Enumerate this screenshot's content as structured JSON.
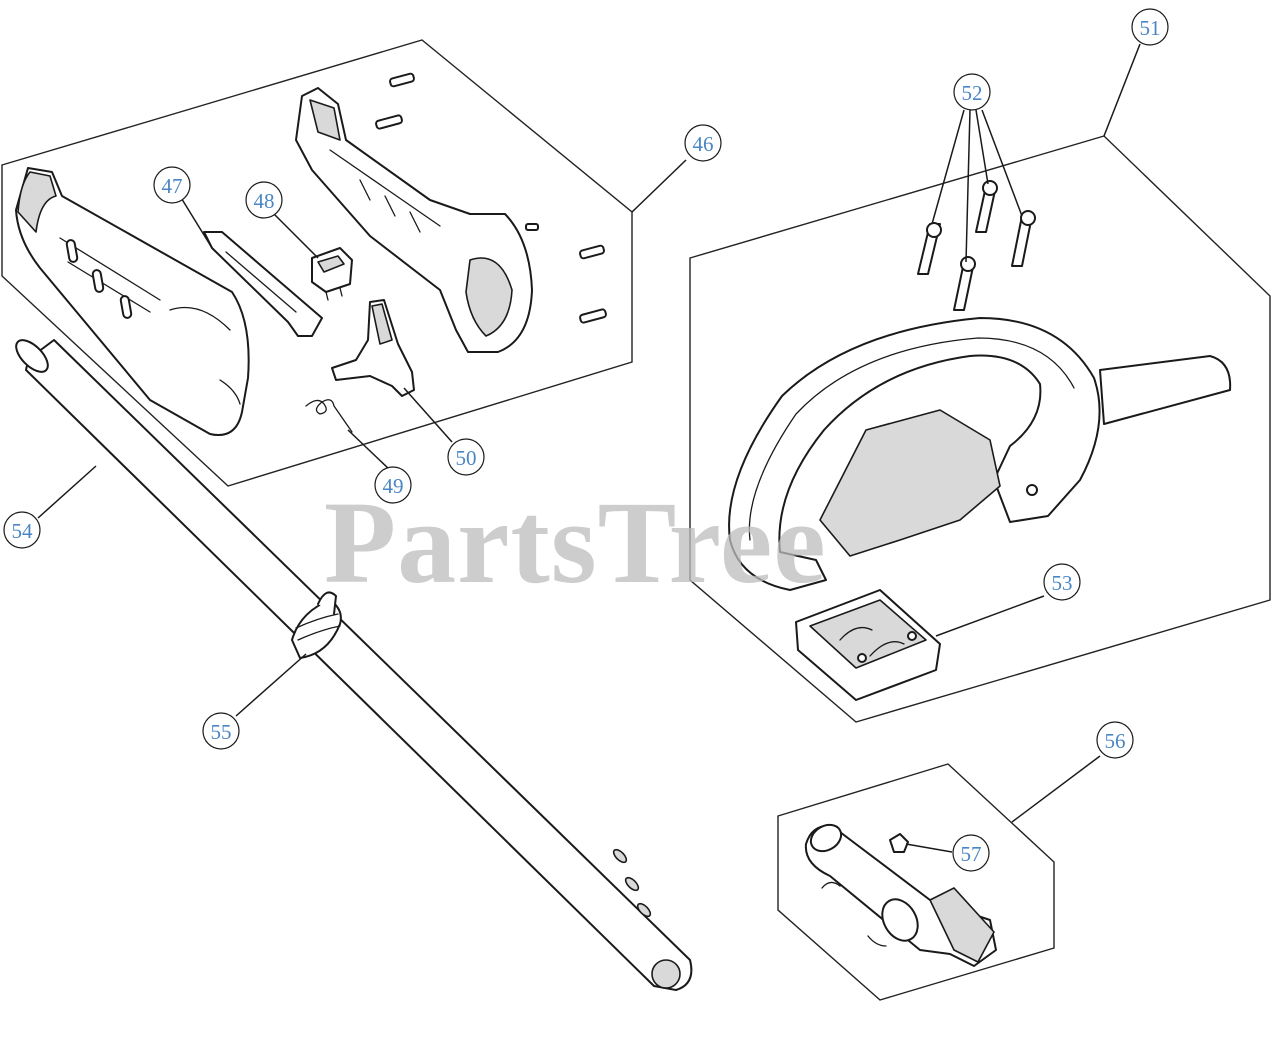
{
  "watermark": "PartsTree",
  "callouts": [
    {
      "id": "c46",
      "label": "46"
    },
    {
      "id": "c47",
      "label": "47"
    },
    {
      "id": "c48",
      "label": "48"
    },
    {
      "id": "c49",
      "label": "49"
    },
    {
      "id": "c50",
      "label": "50"
    },
    {
      "id": "c51",
      "label": "51"
    },
    {
      "id": "c52",
      "label": "52"
    },
    {
      "id": "c53",
      "label": "53"
    },
    {
      "id": "c54",
      "label": "54"
    },
    {
      "id": "c55",
      "label": "55"
    },
    {
      "id": "c56",
      "label": "56"
    },
    {
      "id": "c57",
      "label": "57"
    }
  ],
  "colors": {
    "callout_text": "#4a86c4",
    "watermark": "#bdbdbd",
    "line": "#1a1a1a"
  }
}
